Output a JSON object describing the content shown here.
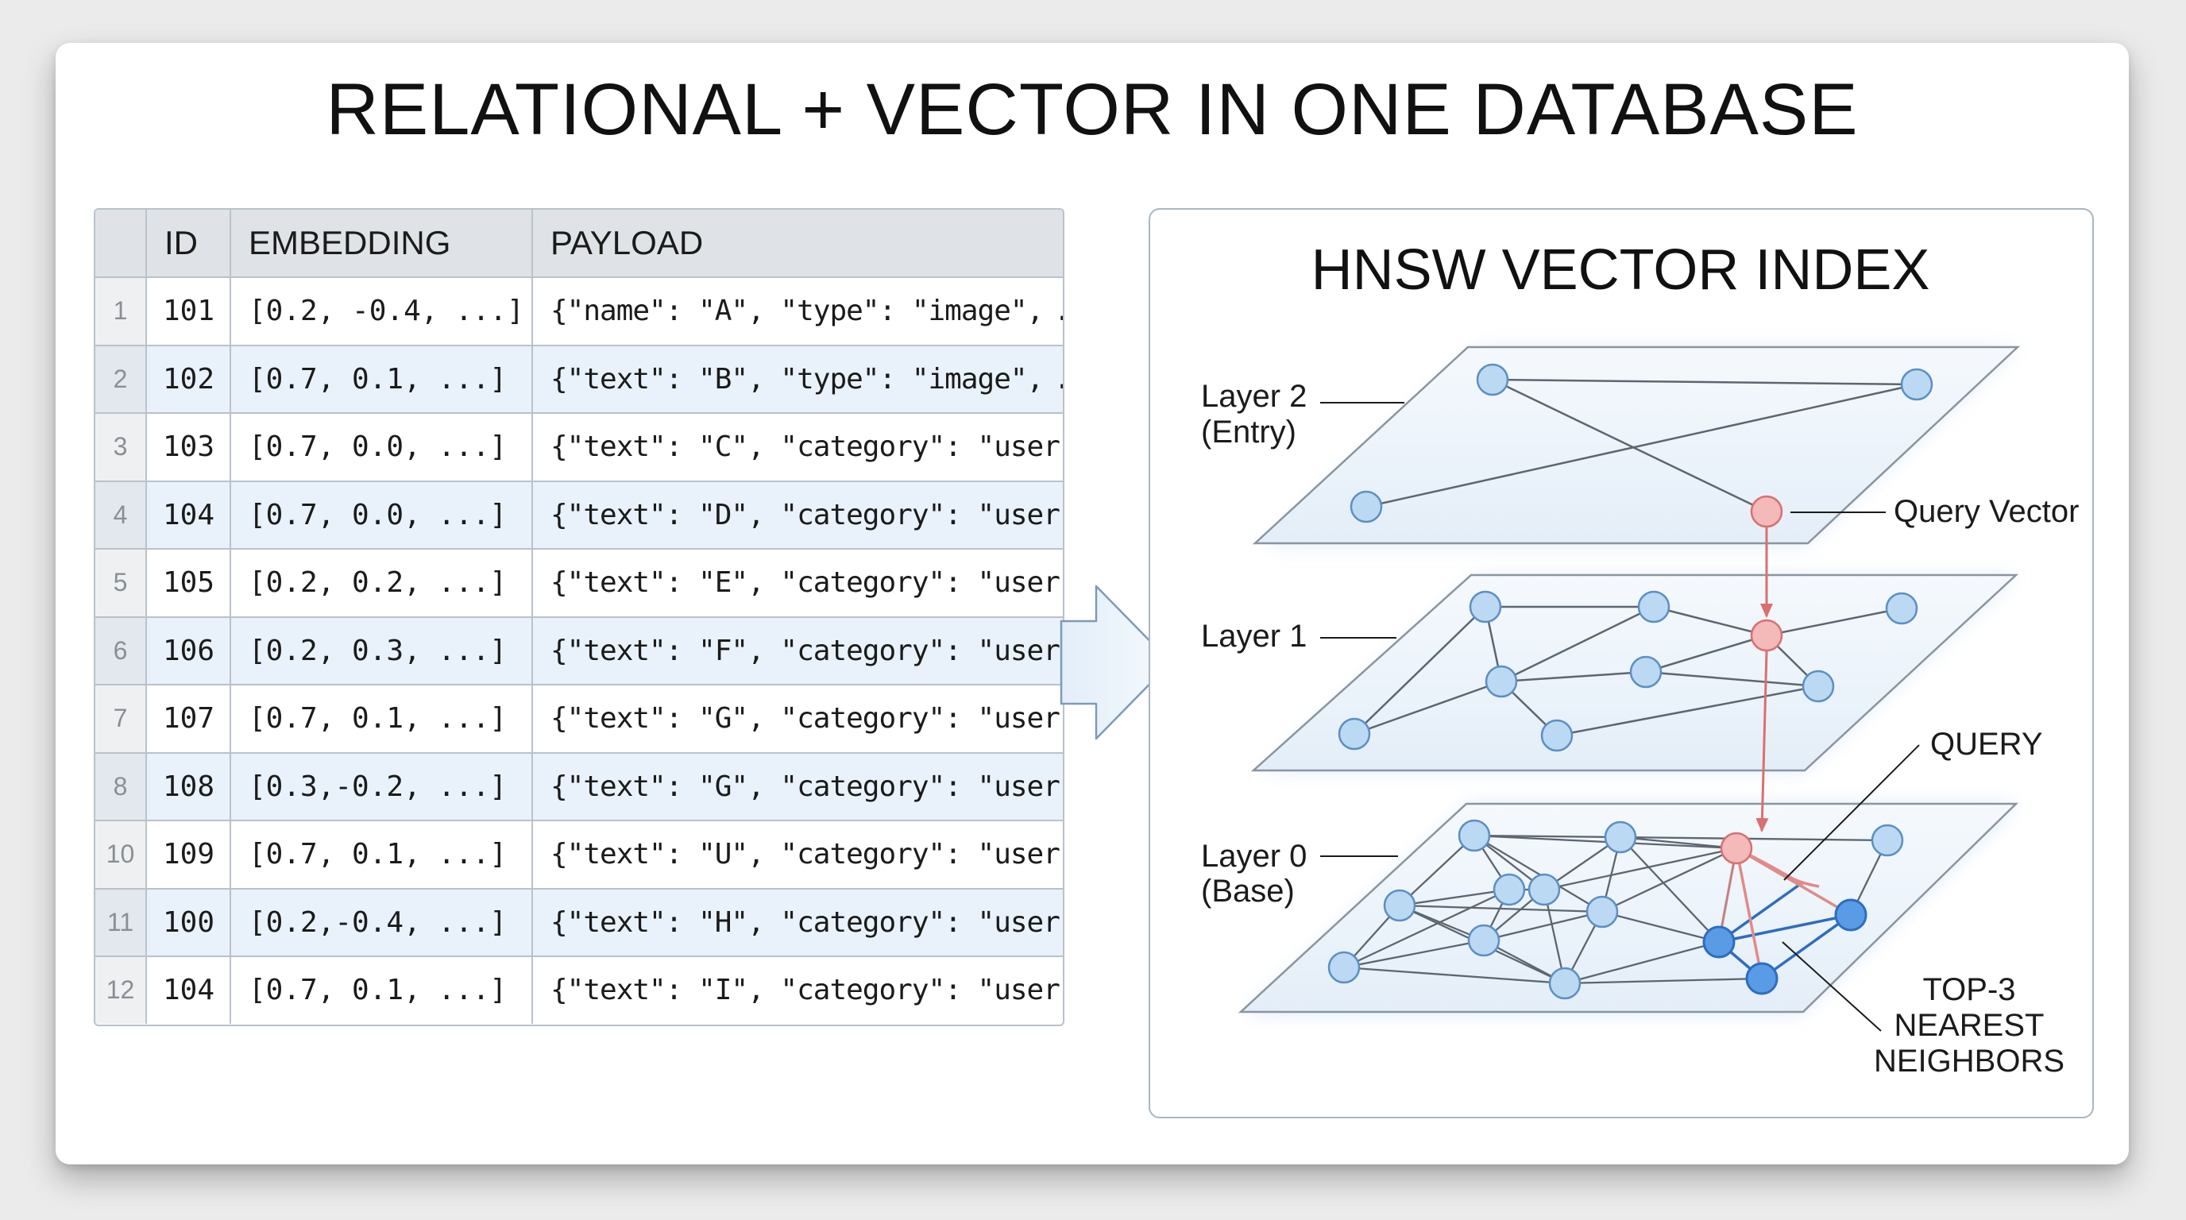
{
  "title": "RELATIONAL + VECTOR IN ONE DATABASE",
  "table": {
    "headers": [
      "",
      "ID",
      "EMBEDDING",
      "PAYLOAD"
    ],
    "rows": [
      {
        "idx": "1",
        "id": "101",
        "embedding": "[0.2, -0.4, ...]",
        "payload": "{\"name\": \"A\", \"type\": \"image\", … }"
      },
      {
        "idx": "2",
        "id": "102",
        "embedding": "[0.7, 0.1, ...]",
        "payload": "{\"text\": \"B\", \"type\": \"image\", … }"
      },
      {
        "idx": "3",
        "id": "103",
        "embedding": "[0.7, 0.0, ...]",
        "payload": "{\"text\": \"C\", \"category\": \"user\", …}"
      },
      {
        "idx": "4",
        "id": "104",
        "embedding": "[0.7, 0.0, ...]",
        "payload": "{\"text\": \"D\", \"category\": \"user\", …}"
      },
      {
        "idx": "5",
        "id": "105",
        "embedding": "[0.2, 0.2, ...]",
        "payload": "{\"text\": \"E\", \"category\": \"user\", …}"
      },
      {
        "idx": "6",
        "id": "106",
        "embedding": "[0.2, 0.3, ...]",
        "payload": "{\"text\": \"F\", \"category\": \"user\", …}"
      },
      {
        "idx": "7",
        "id": "107",
        "embedding": "[0.7, 0.1, ...]",
        "payload": "{\"text\": \"G\", \"category\": \"user\", …}"
      },
      {
        "idx": "8",
        "id": "108",
        "embedding": "[0.3,-0.2, ...]",
        "payload": "{\"text\": \"G\", \"category\": \"user\", …}"
      },
      {
        "idx": "10",
        "id": "109",
        "embedding": "[0.7, 0.1, ...]",
        "payload": "{\"text\": \"U\", \"category\": \"user\", …}"
      },
      {
        "idx": "11",
        "id": "100",
        "embedding": "[0.2,-0.4, ...]",
        "payload": "{\"text\": \"H\", \"category\": \"user\", …}"
      },
      {
        "idx": "12",
        "id": "104",
        "embedding": "[0.7, 0.1, ...]",
        "payload": "{\"text\": \"I\", \"category\": \"user\", …}"
      }
    ]
  },
  "index": {
    "title": "HNSW VECTOR INDEX",
    "layers": [
      {
        "name": "Layer 2",
        "sub": "(Entry)"
      },
      {
        "name": "Layer 1",
        "sub": ""
      },
      {
        "name": "Layer 0",
        "sub": "(Base)"
      }
    ],
    "callouts": {
      "query_vector": "Query Vector",
      "query": "QUERY",
      "topk_line1": "TOP-3",
      "topk_line2": "NEAREST",
      "topk_line3": "NEIGHBORS"
    }
  },
  "colors": {
    "node_fill": "#bcd9f3",
    "node_stroke": "#5c8fc4",
    "query_fill": "#f4b9b9",
    "query_stroke": "#d9706f",
    "neighbor_fill": "#5a9be6",
    "neighbor_stroke": "#2d6dc0",
    "edge": "#5d6670",
    "plane_fill": "#eef5fb",
    "plane_stroke": "#8a95a1",
    "header_bg": "#dfe3e7",
    "row_alt": "#e9f2fb"
  }
}
